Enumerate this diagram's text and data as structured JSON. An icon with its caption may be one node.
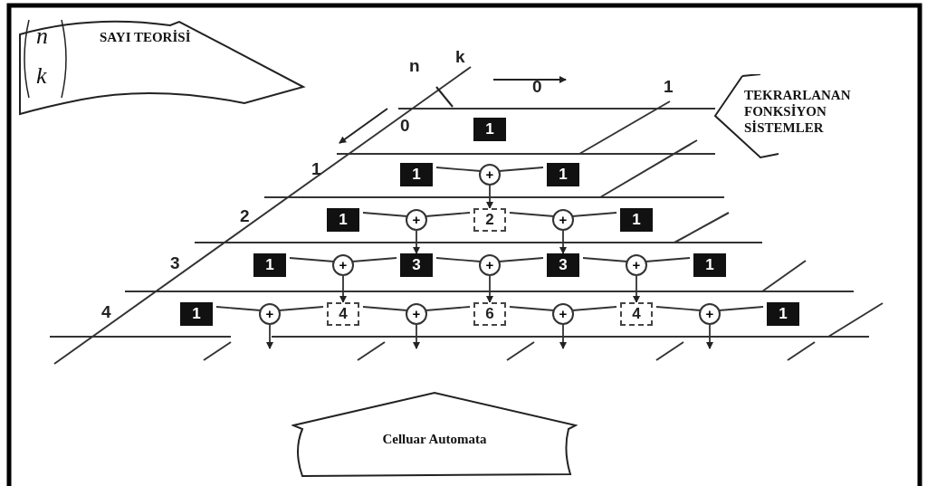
{
  "diagram": {
    "nodes": [
      {
        "text": [
          "n",
          "k",
          "SAYI TEORİSİ"
        ]
      },
      {
        "text": [
          "TEKRARLANAN FONKSİYON SİSTEMLER"
        ]
      },
      {
        "text": [
          "1"
        ]
      },
      {
        "text": [
          "1"
        ]
      },
      {
        "text": [
          "+"
        ]
      },
      {
        "text": [
          "1"
        ]
      },
      {
        "text": [
          "1"
        ]
      },
      {
        "text": [
          "+"
        ]
      },
      {
        "text": [
          "2"
        ]
      },
      {
        "text": [
          "+"
        ]
      },
      {
        "text": [
          "1"
        ]
      },
      {
        "text": [
          "1"
        ]
      },
      {
        "text": [
          "+"
        ]
      },
      {
        "text": [
          "3"
        ]
      },
      {
        "text": [
          "+"
        ]
      },
      {
        "text": [
          "3"
        ]
      },
      {
        "text": [
          "+"
        ]
      },
      {
        "text": [
          "1"
        ]
      },
      {
        "text": [
          "1"
        ]
      },
      {
        "text": [
          "+"
        ]
      },
      {
        "text": [
          "4"
        ]
      },
      {
        "text": [
          "+"
        ]
      },
      {
        "text": [
          "6"
        ]
      },
      {
        "text": [
          "+"
        ]
      },
      {
        "text": [
          "4"
        ]
      },
      {
        "text": [
          "+"
        ]
      },
      {
        "text": [
          "1"
        ]
      },
      {
        "text": [
          "Celluar Automata"
        ]
      }
    ],
    "edges": [
      {
        "from": 3,
        "to": 4,
        "arrow": "none"
      },
      {
        "from": 5,
        "to": 4,
        "arrow": "none"
      },
      {
        "from": 4,
        "to": 8,
        "arrow": "to"
      },
      {
        "from": 6,
        "to": 7,
        "arrow": "none"
      },
      {
        "from": 8,
        "to": 7,
        "arrow": "none"
      },
      {
        "from": 7,
        "to": 13,
        "arrow": "to"
      },
      {
        "from": 8,
        "to": 9,
        "arrow": "none"
      },
      {
        "from": 10,
        "to": 9,
        "arrow": "none"
      },
      {
        "from": 9,
        "to": 15,
        "arrow": "to"
      },
      {
        "from": 11,
        "to": 12,
        "arrow": "none"
      },
      {
        "from": 13,
        "to": 12,
        "arrow": "none"
      },
      {
        "from": 12,
        "to": 20,
        "arrow": "to"
      },
      {
        "from": 13,
        "to": 14,
        "arrow": "none"
      },
      {
        "from": 15,
        "to": 14,
        "arrow": "none"
      },
      {
        "from": 14,
        "to": 22,
        "arrow": "to"
      },
      {
        "from": 15,
        "to": 16,
        "arrow": "none"
      },
      {
        "from": 17,
        "to": 16,
        "arrow": "none"
      },
      {
        "from": 16,
        "to": 24,
        "arrow": "to"
      },
      {
        "from": 18,
        "to": 19,
        "arrow": "none"
      },
      {
        "from": 20,
        "to": 19,
        "arrow": "none"
      },
      {
        "from": 19,
        "to": null,
        "arrow": "to"
      },
      {
        "from": 20,
        "to": 21,
        "arrow": "none"
      },
      {
        "from": 22,
        "to": 21,
        "arrow": "none"
      },
      {
        "from": 21,
        "to": null,
        "arrow": "to"
      },
      {
        "from": 22,
        "to": 23,
        "arrow": "none"
      },
      {
        "from": 24,
        "to": 23,
        "arrow": "none"
      },
      {
        "from": 23,
        "to": null,
        "arrow": "to"
      },
      {
        "from": 24,
        "to": 25,
        "arrow": "none"
      },
      {
        "from": 26,
        "to": 25,
        "arrow": "none"
      },
      {
        "from": 25,
        "to": null,
        "arrow": "to"
      }
    ],
    "labels": [
      "n",
      "k",
      "0",
      "1",
      "0",
      "1",
      "2",
      "3",
      "4"
    ]
  }
}
